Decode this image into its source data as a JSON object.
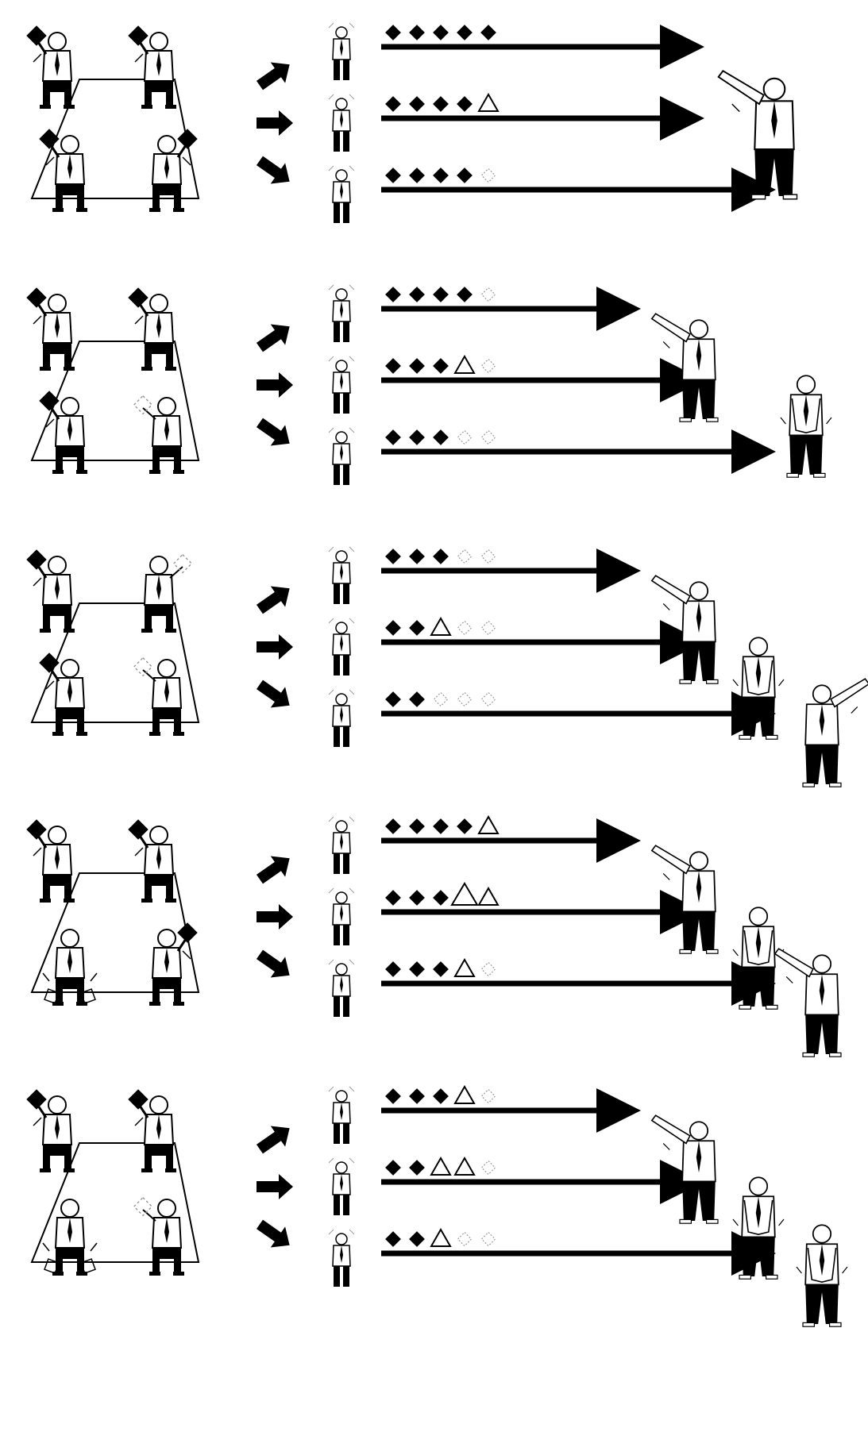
{
  "diagram": {
    "rows": [
      {
        "id": "row-1",
        "judges": [
          "flag",
          "flag",
          "flag",
          "flag"
        ],
        "lanes": [
          {
            "symbols": [
              "diamond",
              "diamond",
              "diamond",
              "diamond",
              "diamond"
            ],
            "outcome": "flag-raised"
          },
          {
            "symbols": [
              "diamond",
              "diamond",
              "diamond",
              "diamond",
              "triangle"
            ],
            "outcome": "flag-raised"
          },
          {
            "symbols": [
              "diamond",
              "diamond",
              "diamond",
              "diamond",
              "faint"
            ],
            "outcome": "flag-raised"
          }
        ],
        "results": [
          "flag-raised"
        ]
      },
      {
        "id": "row-2",
        "judges": [
          "flag",
          "flag",
          "flag",
          "faint"
        ],
        "lanes": [
          {
            "symbols": [
              "diamond",
              "diamond",
              "diamond",
              "diamond",
              "faint"
            ],
            "outcome": "flag-raised"
          },
          {
            "symbols": [
              "diamond",
              "diamond",
              "diamond",
              "triangle",
              "faint"
            ],
            "outcome": "flag-raised"
          },
          {
            "symbols": [
              "diamond",
              "diamond",
              "diamond",
              "faint",
              "faint"
            ],
            "outcome": "no-flag"
          }
        ],
        "results": [
          "flag-raised",
          "no-flag"
        ]
      },
      {
        "id": "row-3",
        "judges": [
          "flag",
          "faint",
          "flag",
          "faint"
        ],
        "lanes": [
          {
            "symbols": [
              "diamond",
              "diamond",
              "diamond",
              "faint",
              "faint"
            ],
            "outcome": "flag-raised"
          },
          {
            "symbols": [
              "diamond",
              "diamond",
              "triangle",
              "faint",
              "faint"
            ],
            "outcome": "no-flag"
          },
          {
            "symbols": [
              "diamond",
              "diamond",
              "faint",
              "faint",
              "faint"
            ],
            "outcome": "flag-raised-other"
          }
        ],
        "results": [
          "flag-raised",
          "no-flag",
          "flag-raised-other"
        ]
      },
      {
        "id": "row-4",
        "judges": [
          "flag",
          "flag",
          "down",
          "flag"
        ],
        "lanes": [
          {
            "symbols": [
              "diamond",
              "diamond",
              "diamond",
              "diamond",
              "triangle"
            ],
            "outcome": "flag-raised"
          },
          {
            "symbols": [
              "diamond",
              "diamond",
              "diamond",
              "triangle-large",
              "triangle"
            ],
            "outcome": "no-flag"
          },
          {
            "symbols": [
              "diamond",
              "diamond",
              "diamond",
              "triangle",
              "faint"
            ],
            "outcome": "flag-raised"
          }
        ],
        "results": [
          "flag-raised",
          "no-flag",
          "flag-raised"
        ]
      },
      {
        "id": "row-5",
        "judges": [
          "flag",
          "flag",
          "down",
          "faint"
        ],
        "lanes": [
          {
            "symbols": [
              "diamond",
              "diamond",
              "diamond",
              "triangle",
              "faint"
            ],
            "outcome": "flag-raised"
          },
          {
            "symbols": [
              "diamond",
              "diamond",
              "triangle",
              "triangle",
              "faint"
            ],
            "outcome": "no-flag"
          },
          {
            "symbols": [
              "diamond",
              "diamond",
              "triangle",
              "faint",
              "faint"
            ],
            "outcome": "no-flag"
          }
        ],
        "results": [
          "flag-raised",
          "no-flag",
          "no-flag"
        ]
      }
    ],
    "icons": {
      "flag-raised": "referee-flag-raised-icon",
      "no-flag": "referee-no-flag-icon",
      "flag-raised-other": "referee-flag-raised-right-icon"
    },
    "colors": {
      "ink": "#000000",
      "paper": "#ffffff",
      "faint": "#9a9a9a"
    }
  }
}
